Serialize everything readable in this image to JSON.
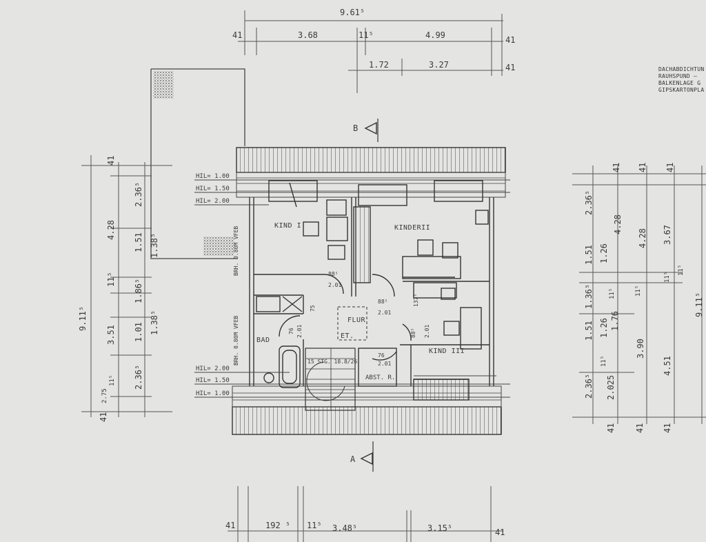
{
  "plan": {
    "top_dims": {
      "total": "9.61⁵",
      "wall_left": "41",
      "left_span": "3.68",
      "mid_wall": "11⁵",
      "right_span": "4.99",
      "wall_right": "41",
      "sub_left": "1.72",
      "sub_right": "3.27",
      "sub_wall_right": "41"
    },
    "bottom_dims": {
      "wall_left": "41",
      "d1": "192 ⁵",
      "d2": "11⁵",
      "d3": "3.48⁵",
      "d4": "3.15⁵",
      "wall_right": "41"
    },
    "left_dims": {
      "total": "9.11⁵",
      "top_wall": "41",
      "d1": "2.36⁵",
      "d2": "4.28",
      "d3": "1.51",
      "d4": "1.38⁵",
      "d5": "11⁵",
      "d6": "1.86⁵",
      "d7": "3.51",
      "d8": "1.01",
      "d9": "1.38⁵",
      "d10": "2.36⁵",
      "d11": "11⁵",
      "d12": "2.75",
      "bottom_wall": "41"
    },
    "right_dims": {
      "c1_top": "41",
      "c1_a": "2.36⁵",
      "c1_b": "1.51",
      "c1_c": "1.36⁵",
      "c1_d": "1.51",
      "c1_e": "2.36⁵",
      "c1_bottom": "41",
      "c2_a": "1.26",
      "c2_b": "11⁵",
      "c2_c": "1.26",
      "c2_d": "11⁵",
      "c2_e": "1.76",
      "c2_f": "2.025",
      "c3_top": "41",
      "c3_a": "4.28",
      "c3_b": "11⁵",
      "c3_c": "3.90",
      "c3_bottom": "41",
      "c4_top": "41",
      "c4_a": "4.28",
      "c4_b": "11⁵",
      "c4_c": "4.51",
      "c4_bottom": "41",
      "c5_a": "3.67",
      "c5_b": "11⁵",
      "c5_c": "9.11⁵"
    },
    "hil_top": [
      "HIL= 1.00",
      "HIL= 1.50",
      "HIL= 2.00"
    ],
    "hil_bottom": [
      "HIL= 2.00",
      "HIL= 1.50",
      "HIL= 1.00"
    ],
    "section_b": "B",
    "section_a": "A",
    "rooms": {
      "kind1": "KIND I",
      "kind2": "KINDERII",
      "kind3": "KIND III",
      "bad": "BAD",
      "flur": "FLUR",
      "et": "ET.",
      "abst": "ABST. R."
    },
    "brh_upper": "BRH. 0.80M VFEB",
    "brh_lower": "BRH. 0.80M VFEB",
    "doors": {
      "d1a": "88⁵",
      "d1b": "2.01",
      "d2a": "88⁵",
      "d2b": "2.01",
      "d3a": "137⁵",
      "d4a": "88⁵",
      "d4b": "2.01",
      "d5a": "76",
      "d5b": "2.01",
      "d6a": "76",
      "d6b": "2.01",
      "d7a": "75"
    },
    "stair": "15 STG. 18.8/26",
    "notes": [
      "DACHABDICHTUN",
      "RAUHSPUND —",
      "BALKENLAGE G",
      "GIPSKARTONPLA"
    ]
  }
}
